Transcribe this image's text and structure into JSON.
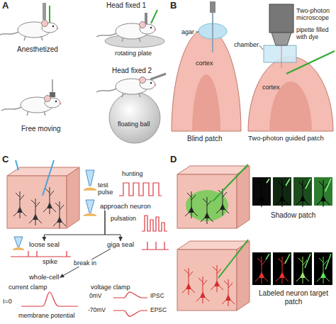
{
  "diagram": {
    "nodes": [
      {
        "text": [
          "approach neuron"
        ]
      },
      {
        "text": [
          "loose seal"
        ]
      },
      {
        "text": [
          "giga seal"
        ]
      },
      {
        "text": [
          "whole-cell"
        ]
      }
    ],
    "edges": [
      {
        "from": 0,
        "to": 1,
        "arrow": "to"
      },
      {
        "from": 0,
        "to": 2,
        "arrow": "to"
      },
      {
        "from": 2,
        "to": 3,
        "label": "break in",
        "arrow": "to"
      }
    ],
    "labels": [
      "A",
      "Anesthetized",
      "Head fixed 1",
      "rotating plate",
      "Free moving",
      "Head fixed 2",
      "floating ball",
      "B",
      "agar",
      "cortex",
      "Blind patch",
      "Two-photon microscope",
      "chamber",
      "pipette filled with dye",
      "cortex",
      "Two-photon guided patch",
      "C",
      "hunting",
      "test pulse",
      "pulsation",
      "spike",
      "current clamp",
      "voltage clamp",
      "I=0",
      "membrane potential",
      "0mV",
      "IPSC",
      "-70mV",
      "EPSC",
      "D",
      "Shadow patch",
      "Labeled neuron target patch"
    ]
  }
}
